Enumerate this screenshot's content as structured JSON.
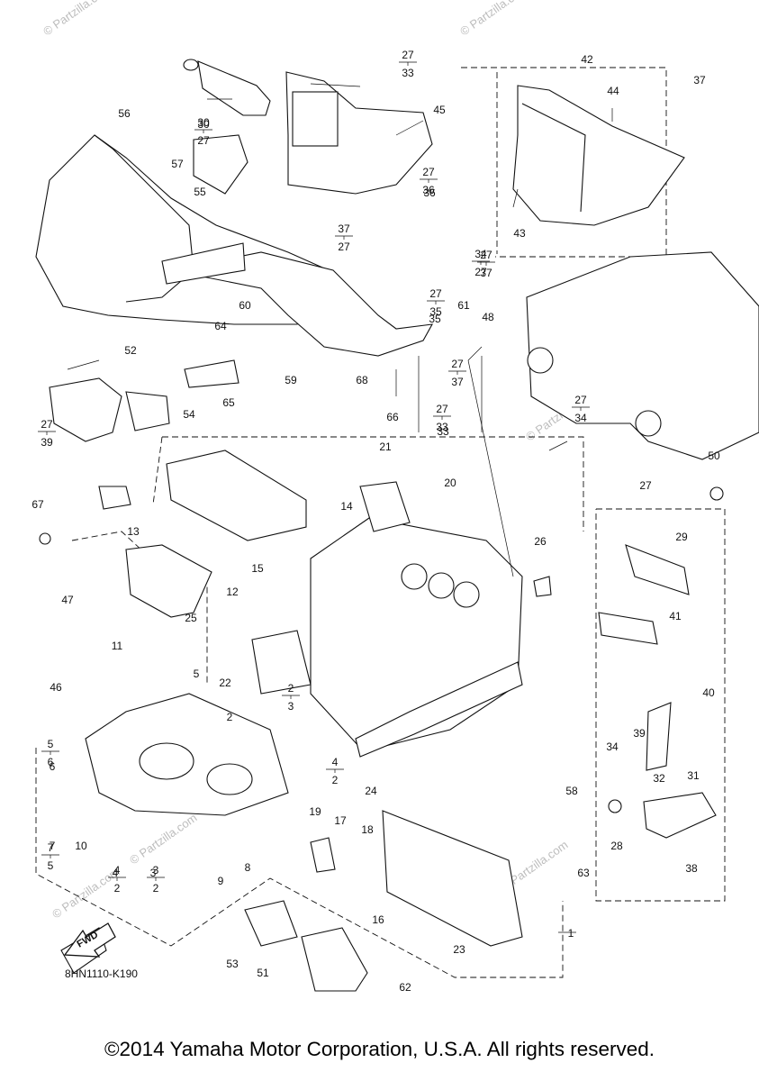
{
  "diagram": {
    "drawing_code": "8HN1110-K190",
    "fwd_label": "FWD",
    "watermark": "© Partzilla.com",
    "copyright": "©2014 Yamaha Motor Corporation, U.S.A. All rights reserved.",
    "callouts": [
      "1",
      "2",
      "3",
      "4",
      "5",
      "6",
      "7",
      "8",
      "9",
      "10",
      "11",
      "12",
      "13",
      "14",
      "15",
      "16",
      "17",
      "18",
      "19",
      "20",
      "21",
      "22",
      "23",
      "24",
      "25",
      "26",
      "27",
      "28",
      "29",
      "30",
      "31",
      "32",
      "33",
      "34",
      "35",
      "36",
      "37",
      "38",
      "39",
      "40",
      "41",
      "42",
      "43",
      "44",
      "45",
      "46",
      "47",
      "48",
      "50",
      "51",
      "52",
      "53",
      "54",
      "55",
      "56",
      "57",
      "58",
      "59",
      "60",
      "61",
      "62",
      "63",
      "64",
      "65",
      "66",
      "67",
      "68"
    ],
    "kit_groups": [
      {
        "top": "27",
        "bottom": "33"
      },
      {
        "top": "30",
        "bottom": "27"
      },
      {
        "top": "27",
        "bottom": "36"
      },
      {
        "top": "37",
        "bottom": "27"
      },
      {
        "top": "27",
        "bottom": "35"
      },
      {
        "top": "27",
        "bottom": "37"
      },
      {
        "top": "27",
        "bottom": "33"
      },
      {
        "top": "34",
        "bottom": "27"
      },
      {
        "top": "27",
        "bottom": "37"
      },
      {
        "top": "27",
        "bottom": "34"
      },
      {
        "top": "27",
        "bottom": "39"
      },
      {
        "top": "2",
        "bottom": "3"
      },
      {
        "top": "4",
        "bottom": "2"
      },
      {
        "top": "5",
        "bottom": "6"
      },
      {
        "top": "7",
        "bottom": "5"
      },
      {
        "top": "4",
        "bottom": "2"
      },
      {
        "top": "3",
        "bottom": "2"
      }
    ]
  }
}
